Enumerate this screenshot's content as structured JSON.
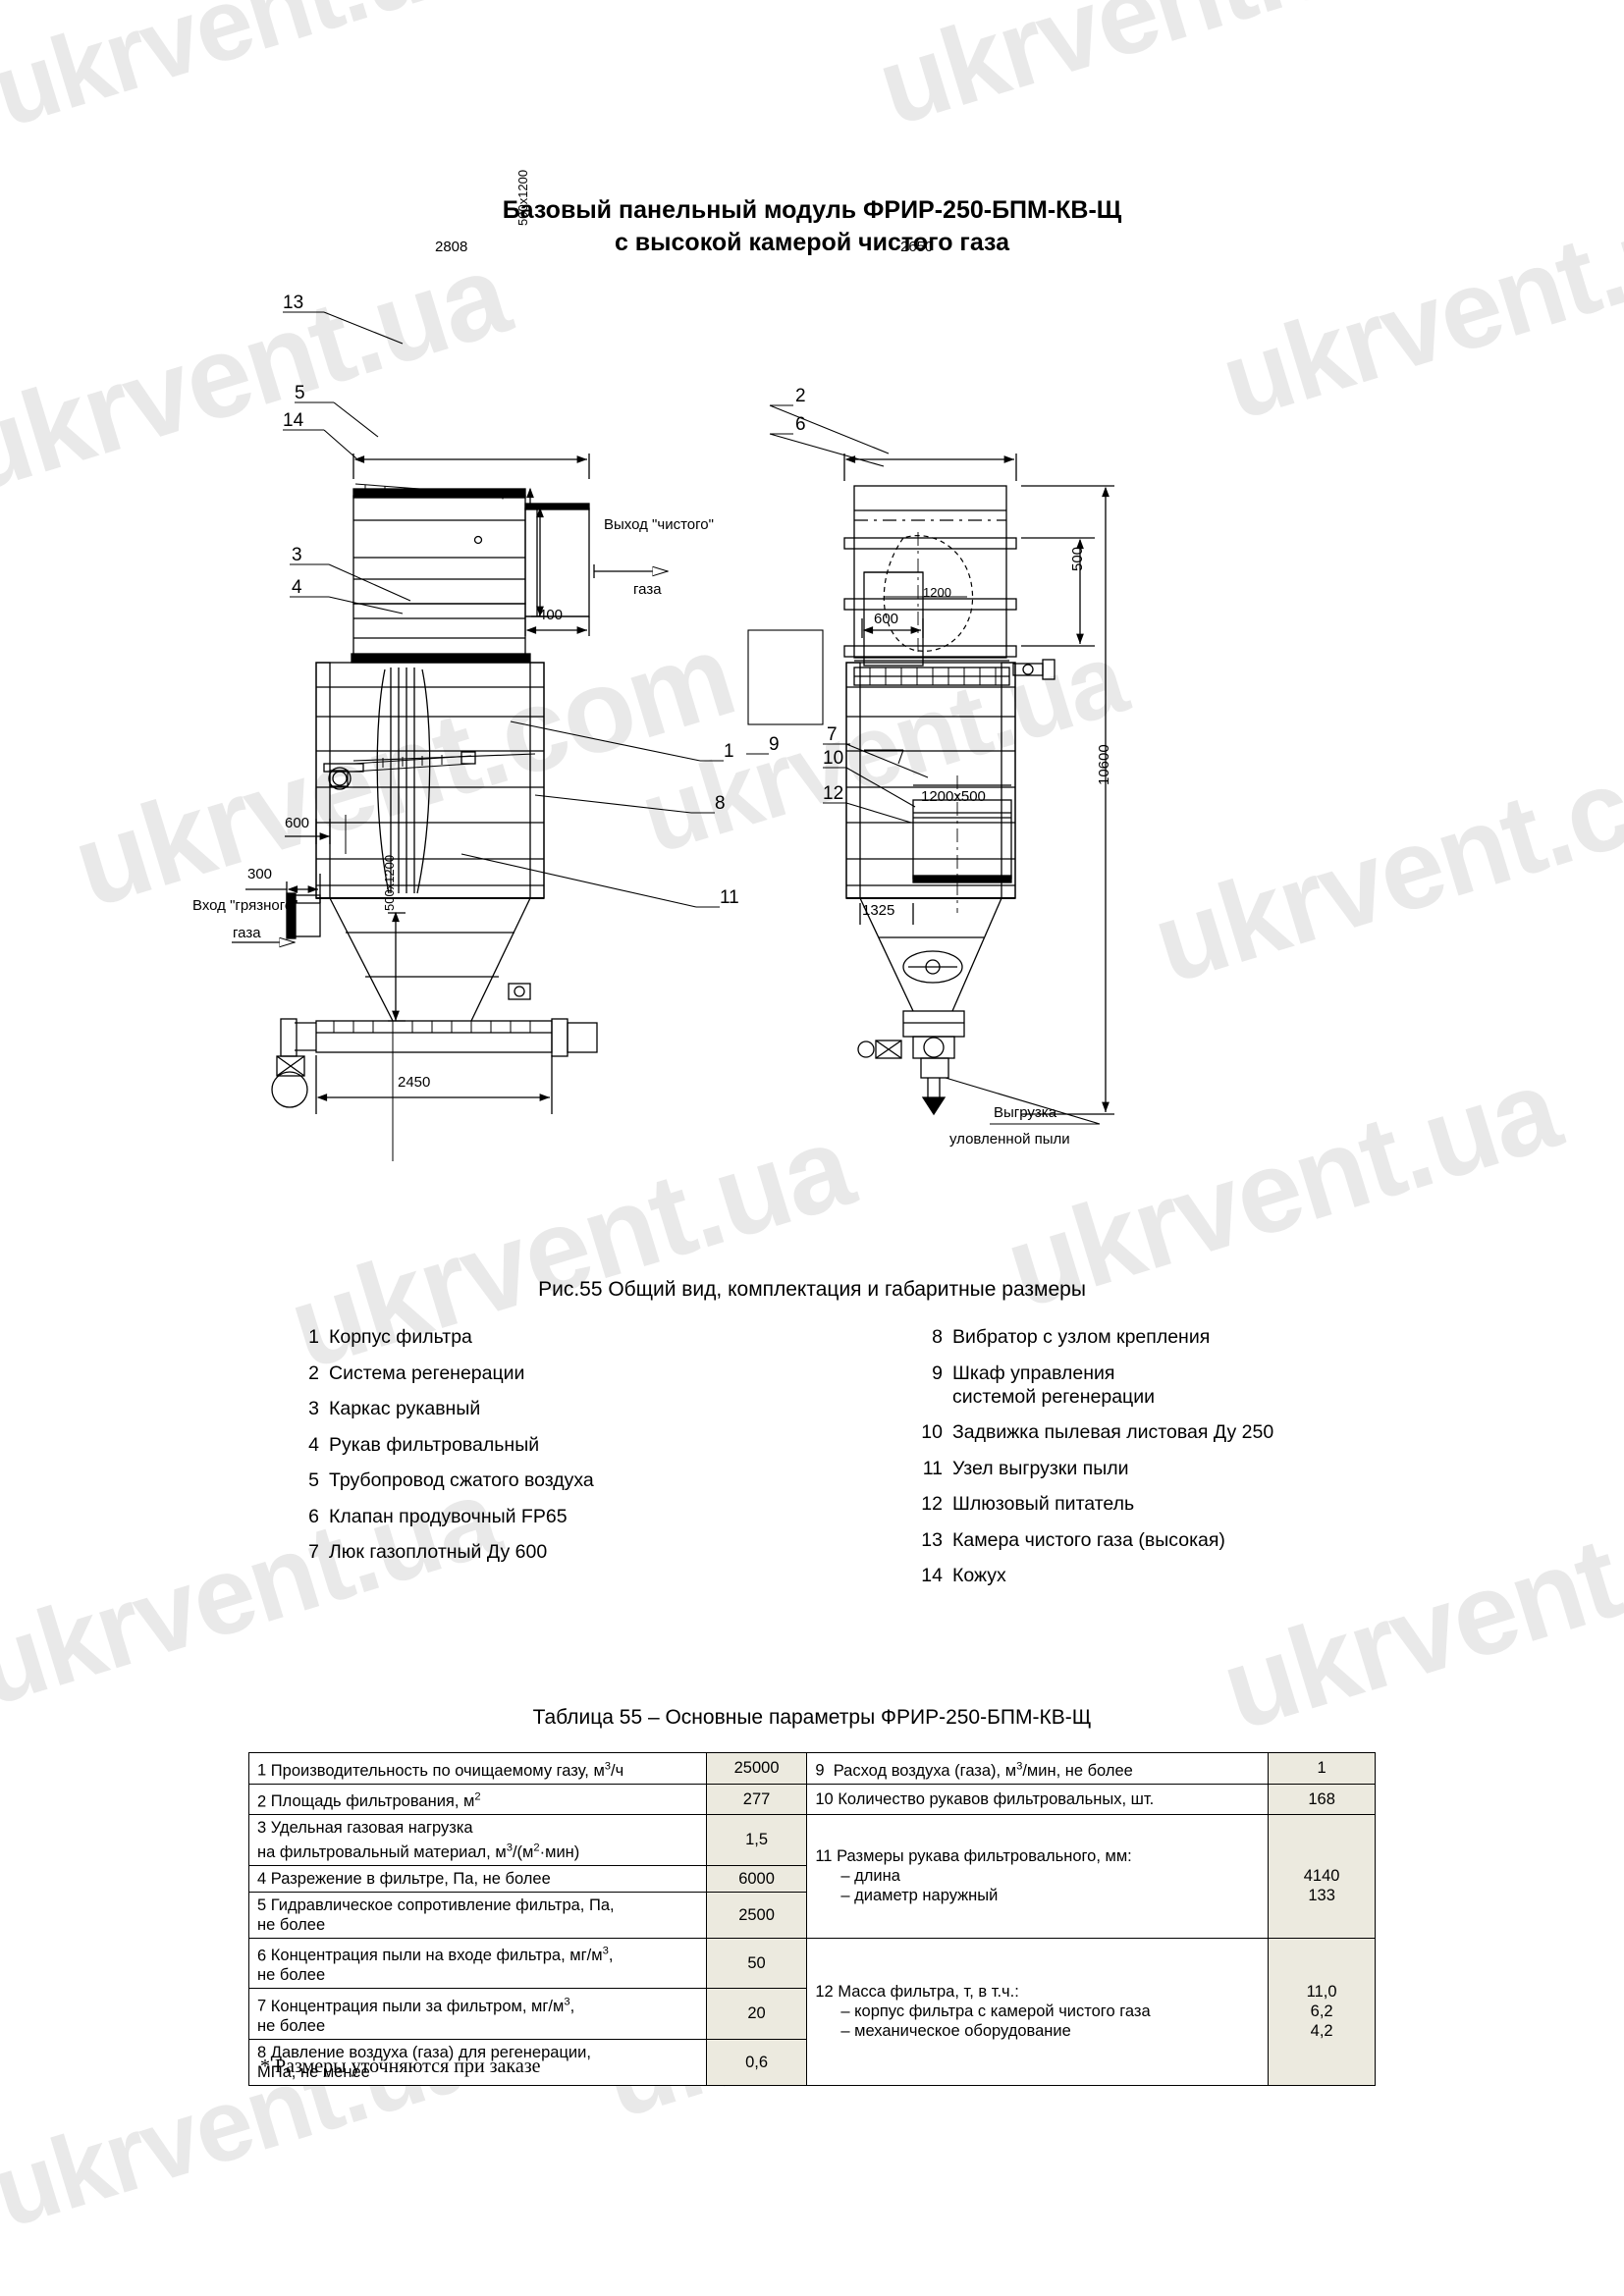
{
  "document": {
    "title_line1": "Базовый панельный модуль ФРИР-250-БПМ-КВ-Щ",
    "title_line2": "с высокой камерой чистого газа",
    "figure_caption": "Рис.55 Общий вид, комплектация и габаритные размеры",
    "table_title": "Таблица 55  –  Основные параметры ФРИР-250-БПМ-КВ-Щ",
    "footnote": "* Размеры уточняются при заказе"
  },
  "watermark": {
    "text": "ukrvent.ua",
    "text2": "ukrvent.com"
  },
  "drawing": {
    "labels": {
      "clean_gas_outlet_line1": "Выход \"чистого\"",
      "clean_gas_outlet_line2": "газа",
      "dirty_gas_inlet_line1": "Вход \"грязного\"",
      "dirty_gas_inlet_line2": "газа",
      "dust_discharge_line1": "Выгрузка",
      "dust_discharge_line2": "уловленной пыли"
    },
    "dimensions": {
      "front_width": "2808",
      "front_outlet_section": "500х1200",
      "front_outlet_height": "400",
      "front_inlet_600": "600",
      "front_inlet_300": "300",
      "front_inlet_section": "500х1200",
      "front_base_width": "2450",
      "side_width": "2650",
      "side_hatch_1200": "1200",
      "side_600": "600",
      "side_500": "500",
      "side_total_height": "10600",
      "side_door": "1200х500",
      "side_1325": "1325"
    },
    "callouts": [
      "13",
      "5",
      "14",
      "3",
      "4",
      "1",
      "8",
      "11",
      "2",
      "6",
      "9",
      "7",
      "10",
      "12"
    ]
  },
  "legend": {
    "left": [
      {
        "num": "1",
        "text": "Корпус фильтра"
      },
      {
        "num": "2",
        "text": "Система регенерации"
      },
      {
        "num": "3",
        "text": "Каркас рукавный"
      },
      {
        "num": "4",
        "text": "Рукав фильтровальный"
      },
      {
        "num": "5",
        "text": "Трубопровод сжатого воздуха"
      },
      {
        "num": "6",
        "text": "Клапан продувочный FР65"
      },
      {
        "num": "7",
        "text": "Люк газоплотный Ду 600"
      }
    ],
    "right": [
      {
        "num": "8",
        "text": "Вибратор с узлом крепления",
        "sub": ""
      },
      {
        "num": "9",
        "text": "Шкаф управления",
        "sub": "системой регенерации"
      },
      {
        "num": "10",
        "text": "Задвижка пылевая листовая Ду 250",
        "sub": ""
      },
      {
        "num": "11",
        "text": "Узел выгрузки пыли",
        "sub": ""
      },
      {
        "num": "12",
        "text": "Шлюзовый питатель",
        "sub": ""
      },
      {
        "num": "13",
        "text": "Камера чистого газа (высокая)",
        "sub": ""
      },
      {
        "num": "14",
        "text": "Кожух",
        "sub": ""
      }
    ]
  },
  "table": {
    "rows_left": [
      {
        "num": "1",
        "label": "Производительность  по очищаемому газу, м<sup>3</sup>/ч",
        "value": "25000"
      },
      {
        "num": "2",
        "label": "Площадь фильтрования, м<sup>2</sup>",
        "value": "277"
      },
      {
        "num": "3",
        "label": "Удельная газовая нагрузка<br>на фильтровальный материал, м<sup>3</sup>/(м<sup>2</sup>·мин)",
        "value": "1,5"
      },
      {
        "num": "4",
        "label": "Разрежение в фильтре, Па, не более",
        "value": "6000"
      },
      {
        "num": "5",
        "label": "Гидравлическое сопротивление фильтра, Па,<br>не более",
        "value": "2500"
      },
      {
        "num": "6",
        "label": "Концентрация пыли на входе фильтра, мг/м<sup>3</sup>,<br>не более",
        "value": "50"
      },
      {
        "num": "7",
        "label": "Концентрация пыли за фильтром, мг/м<sup>3</sup>,<br>не более",
        "value": "20"
      },
      {
        "num": "8",
        "label": "Давление воздуха (газа) для регенерации,<br>МПа, не менее",
        "value": "0,6"
      }
    ],
    "rows_right": [
      {
        "num": "9",
        "label": "Расход воздуха (газа), м<sup>3</sup>/мин, не более",
        "value": "1"
      },
      {
        "num": "10",
        "label": "Количество рукавов фильтровальных, шт.",
        "value": "168"
      },
      {
        "num": "11",
        "label": "Размеры рукава фильтровального, мм:<br><span class=\"indent\">–  длина</span><span class=\"indent\">–  диаметр наружный</span>",
        "value": "<br>4140<br>133"
      },
      {
        "num": "12",
        "label": "Масса фильтра, т,  в т.ч.:<br><span class=\"indent\">–  корпус фильтра с камерой чистого газа</span><span class=\"indent\">–   механическое оборудование</span>",
        "value": "11,0<br>6,2<br>4,2"
      }
    ]
  }
}
